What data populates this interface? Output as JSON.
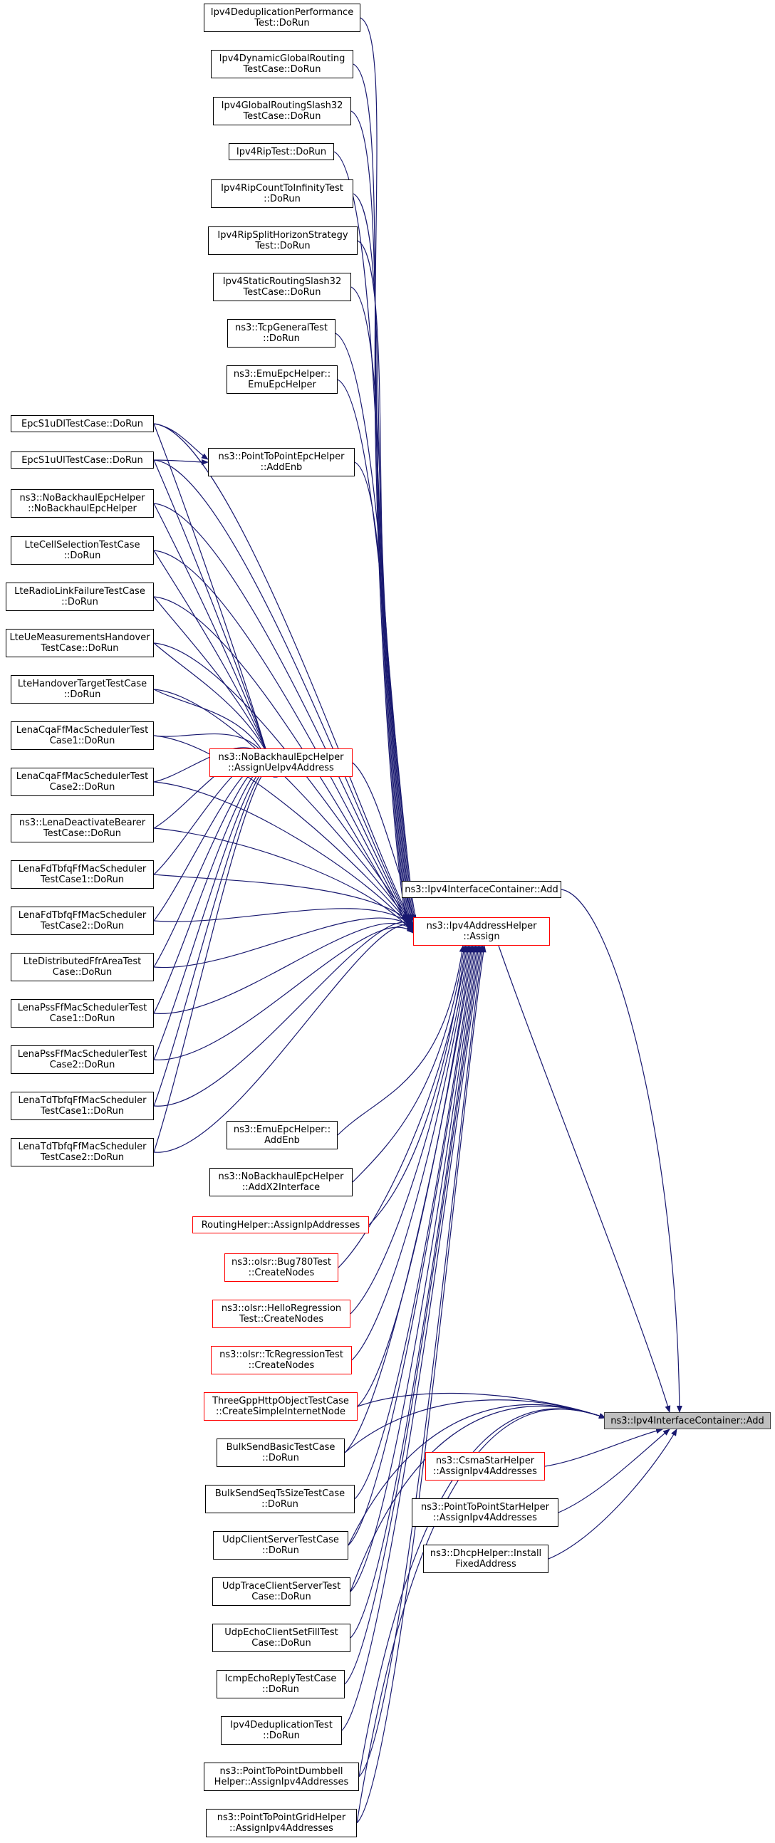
{
  "diagram": {
    "colors": {
      "edge": "#191970",
      "border": "#000000",
      "truncated_border": "#ff0000",
      "target_fill": "#bfbfbf"
    },
    "nodes": {
      "n1": [
        "Ipv4DeduplicationPerformance",
        "Test::DoRun"
      ],
      "n2": [
        "Ipv4DynamicGlobalRouting",
        "TestCase::DoRun"
      ],
      "n3": [
        "Ipv4GlobalRoutingSlash32",
        "TestCase::DoRun"
      ],
      "n4": [
        "Ipv4RipTest::DoRun"
      ],
      "n5": [
        "Ipv4RipCountToInfinityTest",
        "::DoRun"
      ],
      "n6": [
        "Ipv4RipSplitHorizonStrategy",
        "Test::DoRun"
      ],
      "n7": [
        "Ipv4StaticRoutingSlash32",
        "TestCase::DoRun"
      ],
      "n8": [
        "ns3::TcpGeneralTest",
        "::DoRun"
      ],
      "n9": [
        "ns3::EmuEpcHelper::",
        "EmuEpcHelper"
      ],
      "epcDl": [
        "EpcS1uDlTestCase::DoRun"
      ],
      "epcUl": [
        "EpcS1uUlTestCase::DoRun"
      ],
      "p2pEnb": [
        "ns3::PointToPointEpcHelper",
        "::AddEnb"
      ],
      "nbCtor": [
        "ns3::NoBackhaulEpcHelper",
        "::NoBackhaulEpcHelper"
      ],
      "lteCell": [
        "LteCellSelectionTestCase",
        "::DoRun"
      ],
      "lteRlf": [
        "LteRadioLinkFailureTestCase",
        "::DoRun"
      ],
      "lteUeMeas": [
        "LteUeMeasurementsHandover",
        "TestCase::DoRun"
      ],
      "lteHo": [
        "LteHandoverTargetTestCase",
        "::DoRun"
      ],
      "cqa1": [
        "LenaCqaFfMacSchedulerTest",
        "Case1::DoRun"
      ],
      "assignUe": [
        "ns3::NoBackhaulEpcHelper",
        "::AssignUeIpv4Address"
      ],
      "cqa2": [
        "LenaCqaFfMacSchedulerTest",
        "Case2::DoRun"
      ],
      "deact": [
        "ns3::LenaDeactivateBearer",
        "TestCase::DoRun"
      ],
      "fd1": [
        "LenaFdTbfqFfMacScheduler",
        "TestCase1::DoRun"
      ],
      "fd2": [
        "LenaFdTbfqFfMacScheduler",
        "TestCase2::DoRun"
      ],
      "ffr": [
        "LteDistributedFfrAreaTest",
        "Case::DoRun"
      ],
      "pss1": [
        "LenaPssFfMacSchedulerTest",
        "Case1::DoRun"
      ],
      "pss2": [
        "LenaPssFfMacSchedulerTest",
        "Case2::DoRun"
      ],
      "td1": [
        "LenaTdTbfqFfMacScheduler",
        "TestCase1::DoRun"
      ],
      "td2": [
        "LenaTdTbfqFfMacScheduler",
        "TestCase2::DoRun"
      ],
      "containerAdd1": [
        "ns3::Ipv4InterfaceContainer::Add"
      ],
      "assign": [
        "ns3::Ipv4AddressHelper",
        "::Assign"
      ],
      "emuEnb": [
        "ns3::EmuEpcHelper::",
        "AddEnb"
      ],
      "x2": [
        "ns3::NoBackhaulEpcHelper",
        "::AddX2Interface"
      ],
      "routing": [
        "RoutingHelper::AssignIpAddresses"
      ],
      "bug780": [
        "ns3::olsr::Bug780Test",
        "::CreateNodes"
      ],
      "hello": [
        "ns3::olsr::HelloRegression",
        "Test::CreateNodes"
      ],
      "tcReg": [
        "ns3::olsr::TcRegressionTest",
        "::CreateNodes"
      ],
      "http": [
        "ThreeGppHttpObjectTestCase",
        "::CreateSimpleInternetNode"
      ],
      "bulk": [
        "BulkSendBasicTestCase",
        "::DoRun"
      ],
      "bulkSeq": [
        "BulkSendSeqTsSizeTestCase",
        "::DoRun"
      ],
      "udpCs": [
        "UdpClientServerTestCase",
        "::DoRun"
      ],
      "udpTrace": [
        "UdpTraceClientServerTest",
        "Case::DoRun"
      ],
      "udpEcho": [
        "UdpEchoClientSetFillTest",
        "Case::DoRun"
      ],
      "icmp": [
        "IcmpEchoReplyTestCase",
        "::DoRun"
      ],
      "dedup": [
        "Ipv4DeduplicationTest",
        "::DoRun"
      ],
      "dumbbell": [
        "ns3::PointToPointDumbbell",
        "Helper::AssignIpv4Addresses"
      ],
      "grid": [
        "ns3::PointToPointGridHelper",
        "::AssignIpv4Addresses"
      ],
      "target": [
        "ns3::Ipv4InterfaceContainer::Add"
      ],
      "csma": [
        "ns3::CsmaStarHelper",
        "::AssignIpv4Addresses"
      ],
      "star": [
        "ns3::PointToPointStarHelper",
        "::AssignIpv4Addresses"
      ],
      "dhcp": [
        "ns3::DhcpHelper::Install",
        "FixedAddress"
      ]
    }
  }
}
